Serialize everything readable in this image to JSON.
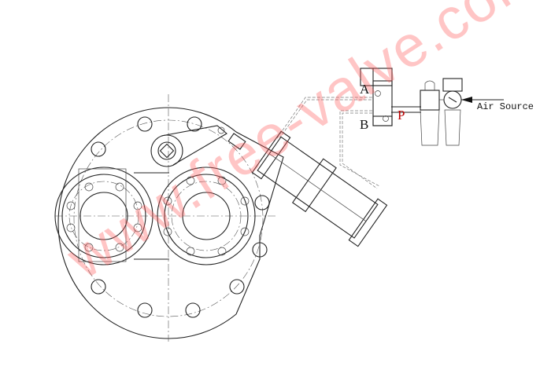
{
  "labels": {
    "port_a": "A",
    "port_b": "B",
    "port_p": "P",
    "air_source": "Air Source"
  },
  "watermark": "www.free-valve.com",
  "colors": {
    "line": "#222222",
    "watermark": "#ff5a5a",
    "port_p": "#bb0000"
  }
}
